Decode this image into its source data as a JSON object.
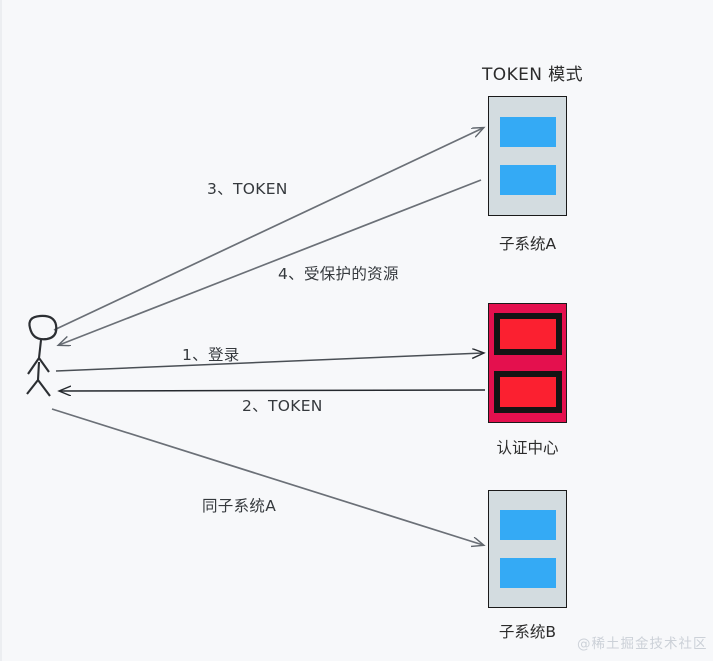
{
  "diagram": {
    "title": "TOKEN 模式",
    "background_color": "#f7f8fa",
    "watermark": "@稀土掘金技术社区",
    "actor": {
      "name": "user-actor",
      "label": ""
    },
    "nodes": [
      {
        "id": "subsystem-a",
        "caption": "子系统A",
        "fill": "#d3dce0",
        "stroke": "#1a1a1a",
        "bar_color": "#34aaf5",
        "bars": 2
      },
      {
        "id": "auth-center",
        "caption": "认证中心",
        "fill": "#e4104e",
        "stroke": "#1a1a1a",
        "bar_color": "#fb2030",
        "bar_border": "#141414",
        "bars": 2
      },
      {
        "id": "subsystem-b",
        "caption": "子系统B",
        "fill": "#d3dce0",
        "stroke": "#1a1a1a",
        "bar_color": "#34aaf5",
        "bars": 2
      }
    ],
    "edges": [
      {
        "id": "edge-3-token",
        "label": "3、TOKEN",
        "from": "user-actor",
        "to": "subsystem-a"
      },
      {
        "id": "edge-4-resource",
        "label": "4、受保护的资源",
        "from": "subsystem-a",
        "to": "user-actor"
      },
      {
        "id": "edge-1-login",
        "label": "1、登录",
        "from": "user-actor",
        "to": "auth-center"
      },
      {
        "id": "edge-2-token",
        "label": "2、TOKEN",
        "from": "auth-center",
        "to": "user-actor"
      },
      {
        "id": "edge-same-as-a",
        "label": "同子系统A",
        "from": "user-actor",
        "to": "subsystem-b"
      }
    ],
    "line_color": "#6b7077"
  }
}
